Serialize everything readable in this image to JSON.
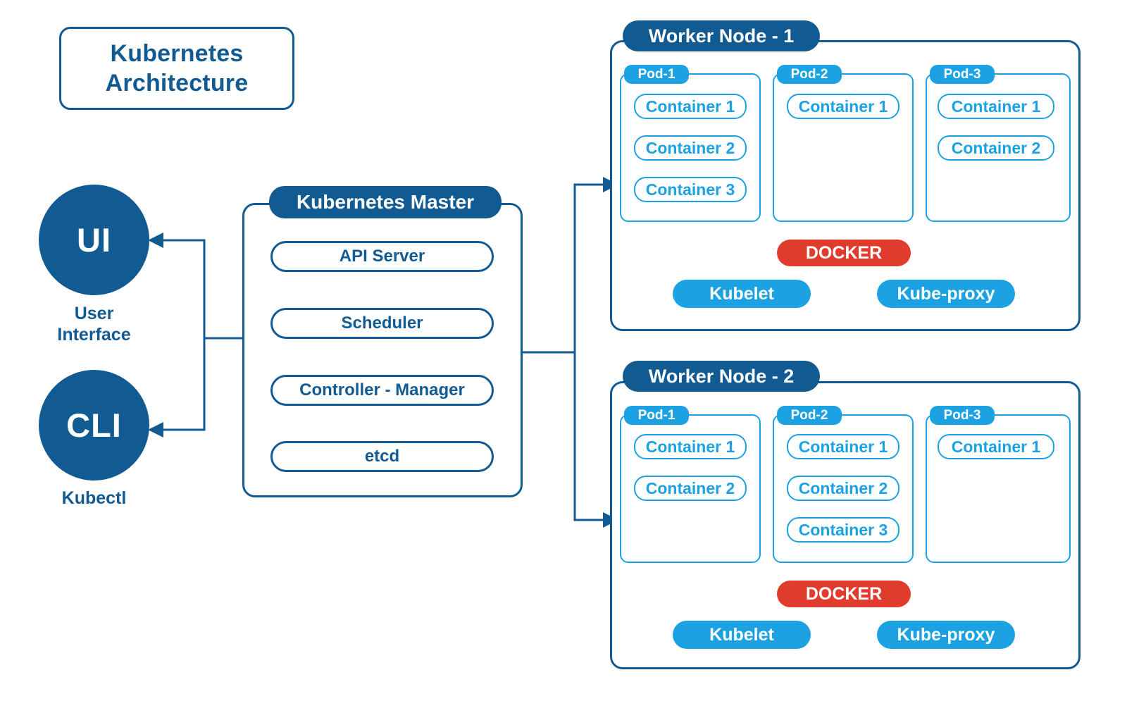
{
  "diagram": {
    "title_line1": "Kubernetes",
    "title_line2": "Architecture",
    "background_color": "#ffffff",
    "colors": {
      "dark_blue": "#125A92",
      "light_blue": "#1CA2E3",
      "docker_red": "#E03C2D",
      "white": "#ffffff"
    }
  },
  "clients": [
    {
      "abbrev": "UI",
      "label_line1": "User",
      "label_line2": "Interface"
    },
    {
      "abbrev": "CLI",
      "label_line1": "Kubectl",
      "label_line2": ""
    }
  ],
  "master": {
    "title": "Kubernetes Master",
    "components": [
      {
        "label": "API Server"
      },
      {
        "label": "Scheduler"
      },
      {
        "label": "Controller - Manager"
      },
      {
        "label": "etcd"
      }
    ]
  },
  "workers": [
    {
      "title": "Worker Node - 1",
      "pods": [
        {
          "name": "Pod-1",
          "containers": [
            "Container 1",
            "Container 2",
            "Container 3"
          ]
        },
        {
          "name": "Pod-2",
          "containers": [
            "Container 1"
          ]
        },
        {
          "name": "Pod-3",
          "containers": [
            "Container 1",
            "Container 2"
          ]
        }
      ],
      "runtime": "DOCKER",
      "agents": [
        "Kubelet",
        "Kube-proxy"
      ]
    },
    {
      "title": "Worker Node - 2",
      "pods": [
        {
          "name": "Pod-1",
          "containers": [
            "Container 1",
            "Container 2"
          ]
        },
        {
          "name": "Pod-2",
          "containers": [
            "Container 1",
            "Container 2",
            "Container 3"
          ]
        },
        {
          "name": "Pod-3",
          "containers": [
            "Container 1"
          ]
        }
      ],
      "runtime": "DOCKER",
      "agents": [
        "Kubelet",
        "Kube-proxy"
      ]
    }
  ]
}
